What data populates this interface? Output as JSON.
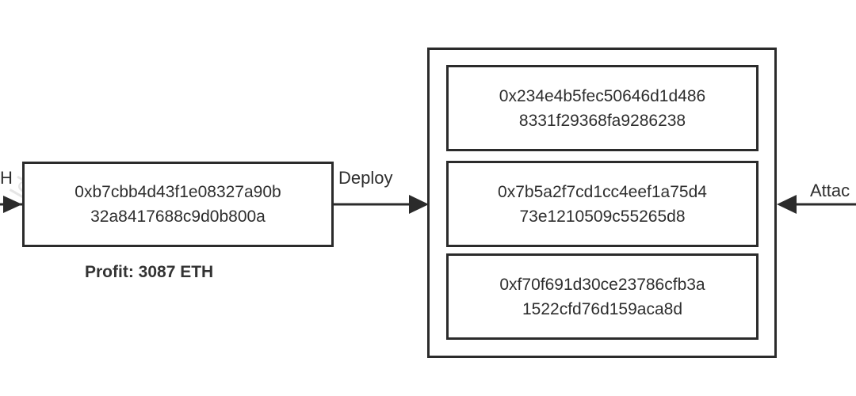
{
  "left_edge_label": "H",
  "right_edge_label": "Attac",
  "deploy_label": "Deploy",
  "profit": "Profit: 3087 ETH",
  "watermark": "ld",
  "deployer": {
    "line1": "0xb7cbb4d43f1e08327a90b",
    "line2": "32a8417688c9d0b800a"
  },
  "contracts": [
    {
      "line1": "0x234e4b5fec50646d1d486",
      "line2": "8331f29368fa9286238"
    },
    {
      "line1": "0x7b5a2f7cd1cc4eef1a75d4",
      "line2": "73e1210509c55265d8"
    },
    {
      "line1": "0xf70f691d30ce23786cfb3a",
      "line2": "1522cfd76d159aca8d"
    }
  ],
  "colors": {
    "stroke": "#2b2b2b",
    "text": "#2e2e2e"
  }
}
